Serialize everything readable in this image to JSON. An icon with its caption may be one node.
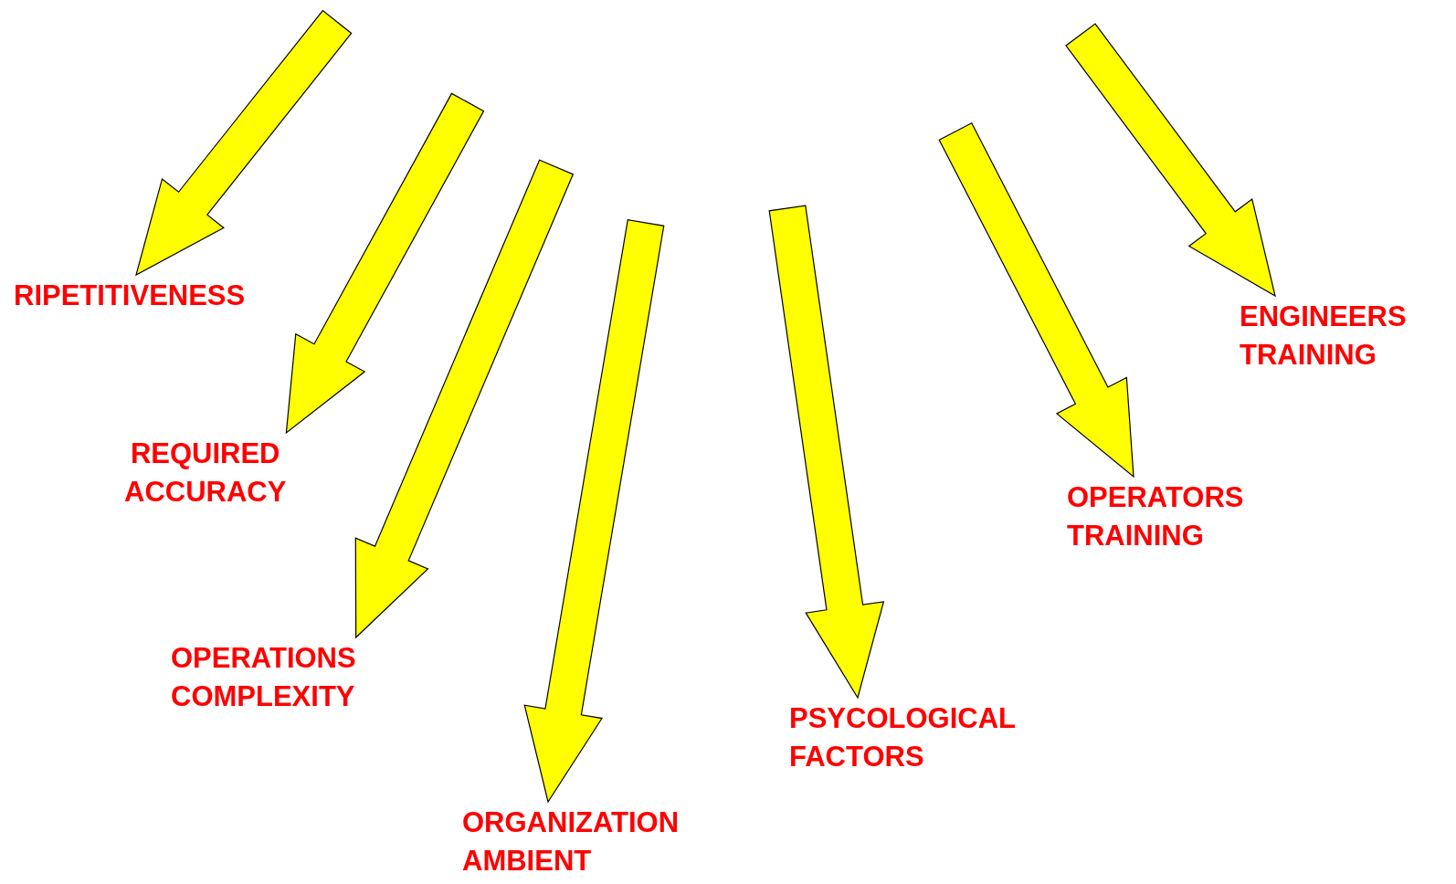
{
  "diagram": {
    "nodes": [
      {
        "text": [
          "RIPETITIVENESS"
        ]
      },
      {
        "text": [
          "REQUIRED ACCURACY"
        ]
      },
      {
        "text": [
          "OPERATIONS COMPLEXITY"
        ]
      },
      {
        "text": [
          "ORGANIZATION AMBIENT"
        ]
      },
      {
        "text": [
          "PSYCOLOGICAL FACTORS"
        ]
      },
      {
        "text": [
          "OPERATORS TRAINING"
        ]
      },
      {
        "text": [
          "ENGINEERS TRAINING"
        ]
      }
    ],
    "edges": [
      {
        "from": null,
        "to": 0,
        "arrow": "to"
      },
      {
        "from": null,
        "to": 1,
        "arrow": "to"
      },
      {
        "from": null,
        "to": 2,
        "arrow": "to"
      },
      {
        "from": null,
        "to": 3,
        "arrow": "to"
      },
      {
        "from": null,
        "to": 4,
        "arrow": "to"
      },
      {
        "from": null,
        "to": 5,
        "arrow": "to"
      },
      {
        "from": null,
        "to": 6,
        "arrow": "to"
      }
    ]
  }
}
